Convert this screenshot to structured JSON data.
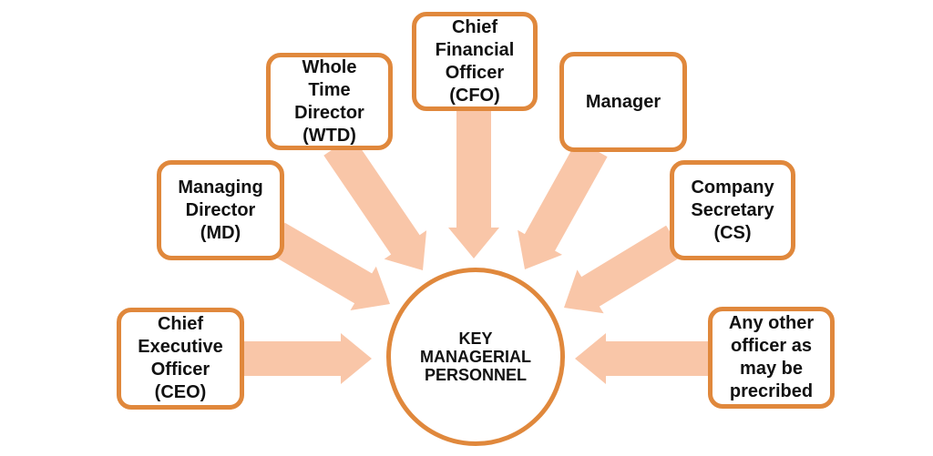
{
  "colors": {
    "node_border": "#e0883c",
    "arrow": "#f9c6a8",
    "text": "#111111",
    "background": "#ffffff"
  },
  "center": {
    "label": "KEY\nMANAGERIAL\nPERSONNEL"
  },
  "nodes": [
    {
      "id": "ceo",
      "label": "Chief\nExecutive\nOfficer\n(CEO)"
    },
    {
      "id": "md",
      "label": "Managing\nDirector\n(MD)"
    },
    {
      "id": "wtd",
      "label": "Whole\nTime\nDirector\n(WTD)"
    },
    {
      "id": "cfo",
      "label": "Chief\nFinancial\nOfficer\n(CFO)"
    },
    {
      "id": "manager",
      "label": "Manager"
    },
    {
      "id": "cs",
      "label": "Company\nSecretary\n(CS)"
    },
    {
      "id": "other",
      "label": "Any other\nofficer as\nmay be\nprecribed"
    }
  ]
}
